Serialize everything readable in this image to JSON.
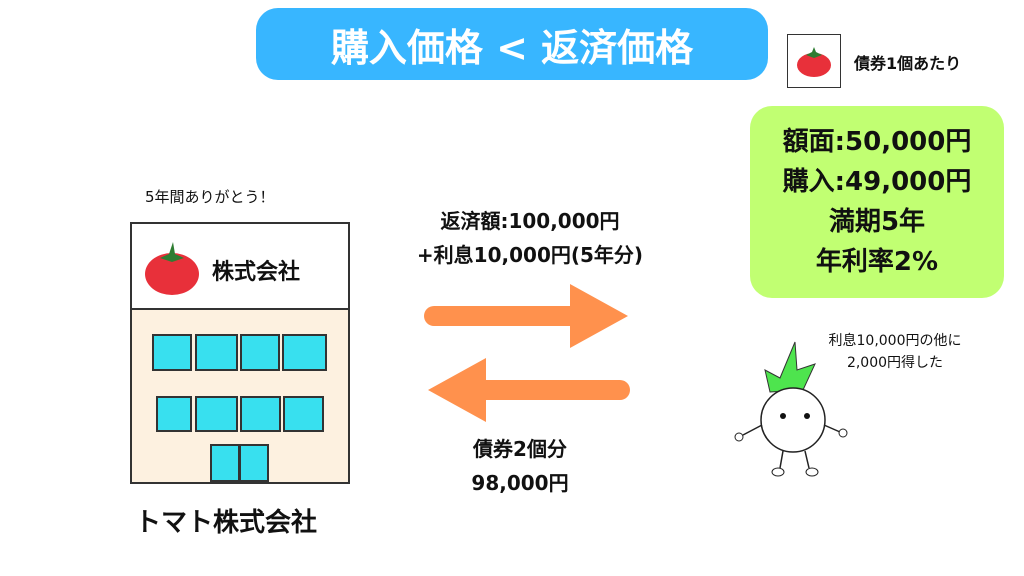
{
  "title": "購入価格 < 返済価格",
  "legend": {
    "label": "債券1個あたり"
  },
  "bond_info": [
    "額面:50,000円",
    "購入:49,000円",
    "満期5年",
    "年利率2%"
  ],
  "company": {
    "thanks": "5年間ありがとう！",
    "sign": "株式会社",
    "name": "トマト株式会社"
  },
  "repayment": {
    "line1": "返済額:100,000円",
    "line2": "+利息10,000円(5年分)"
  },
  "purchase": {
    "line1": "債券2個分",
    "line2": "98,000円"
  },
  "character": {
    "line1": "利息10,000円の他に",
    "line2": "2,000円得した"
  },
  "colors": {
    "title_bg": "#38b6ff",
    "info_bg": "#c1ff72",
    "arrow": "#ff914d",
    "window": "#38e0ef"
  }
}
